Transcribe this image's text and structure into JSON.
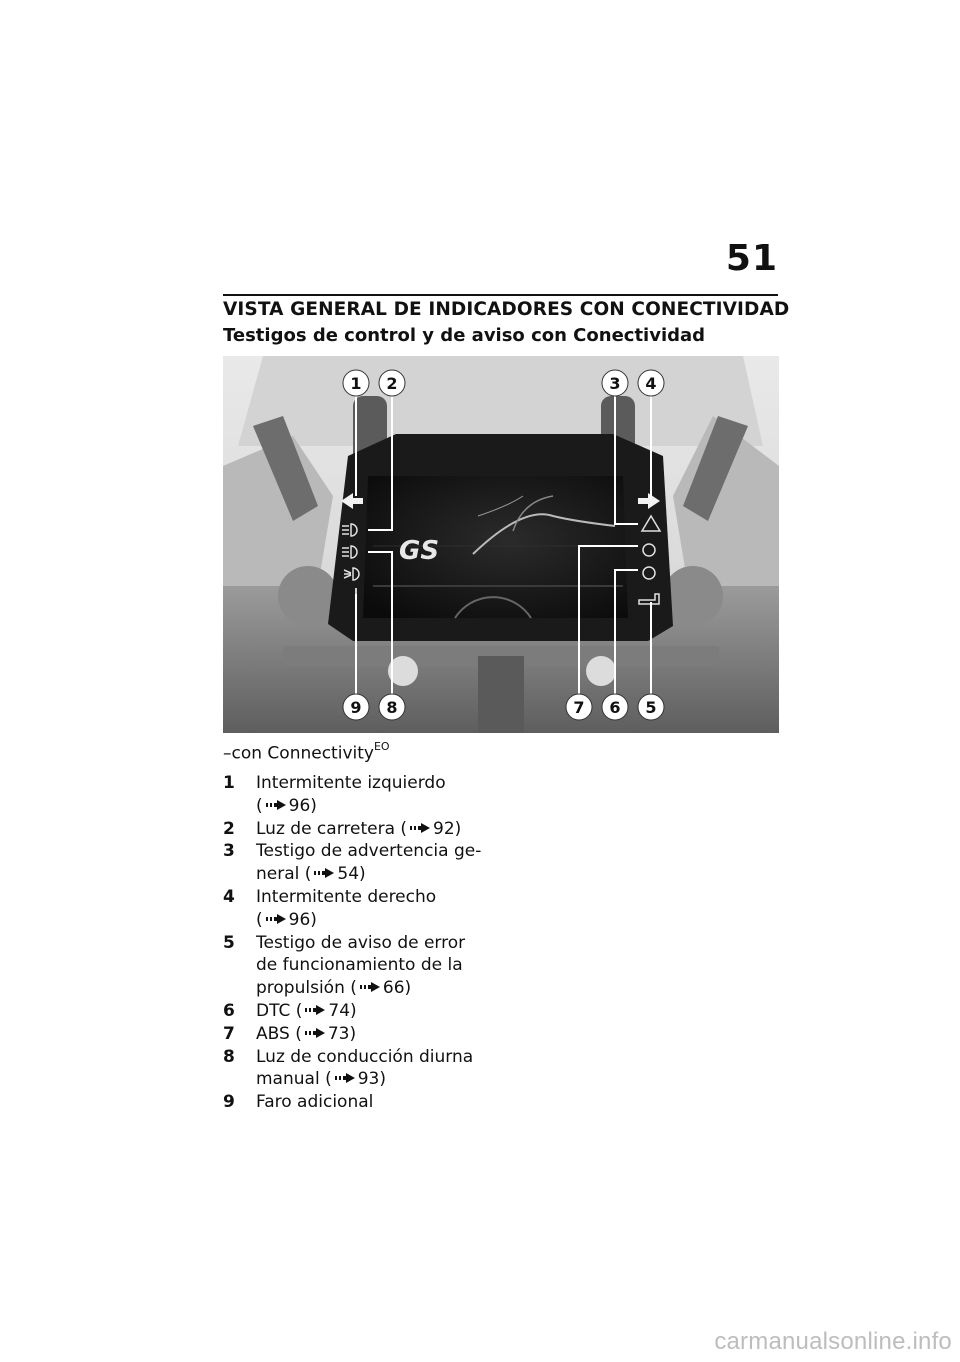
{
  "page": {
    "number": "51",
    "section_title": "VISTA GENERAL DE INDICADORES CON CONECTIVIDAD",
    "subtitle": "Testigos de control y de aviso con Conectividad",
    "variant_label": "–con Connectivity",
    "variant_sup": "EO",
    "footer": "carmanualsonline.info"
  },
  "figure": {
    "logo_text": "GS",
    "callouts_top": [
      "1",
      "2",
      "3",
      "4"
    ],
    "callouts_bottom": [
      "9",
      "8",
      "7",
      "6",
      "5"
    ]
  },
  "legend": [
    {
      "num": "1",
      "text": "Intermitente izquierdo\n(",
      "ref": "96)"
    },
    {
      "num": "2",
      "text": "Luz de carretera  (",
      "ref": "92)"
    },
    {
      "num": "3",
      "text": "Testigo de advertencia ge-\nneral  (",
      "ref": "54)"
    },
    {
      "num": "4",
      "text": "Intermitente derecho\n(",
      "ref": "96)"
    },
    {
      "num": "5",
      "text": "Testigo de aviso de error\nde funcionamiento de la\npropulsión  (",
      "ref": "66)"
    },
    {
      "num": "6",
      "text": "DTC  (",
      "ref": "74)"
    },
    {
      "num": "7",
      "text": "ABS  (",
      "ref": "73)"
    },
    {
      "num": "8",
      "text": "Luz de conducción diurna\nmanual  (",
      "ref": "93)"
    },
    {
      "num": "9",
      "text": "Faro adicional",
      "ref": ""
    }
  ]
}
